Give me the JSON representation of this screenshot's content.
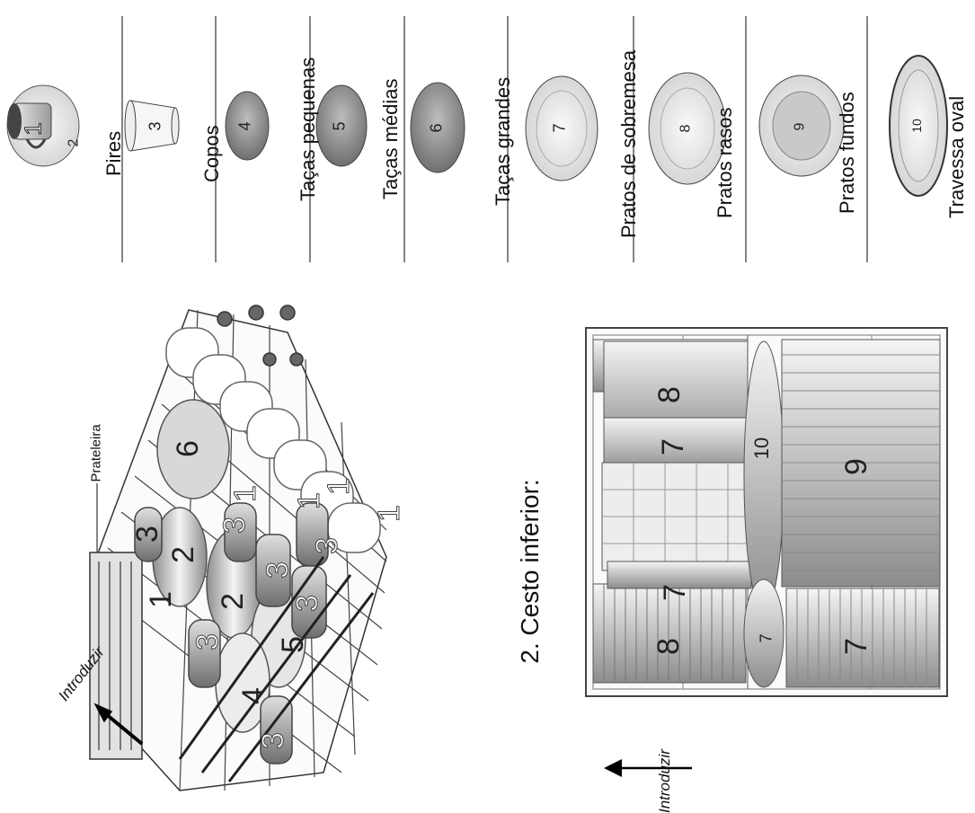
{
  "legend": {
    "items": [
      {
        "num": "1",
        "num2": "2",
        "label": "Pires"
      },
      {
        "num": "3",
        "label": "Copos"
      },
      {
        "num": "4",
        "label": "Taças pequenas"
      },
      {
        "num": "5",
        "label": "Taças médias"
      },
      {
        "num": "6",
        "label": "Taças grandes"
      },
      {
        "num": "7",
        "label": "Pratos de sobremesa"
      },
      {
        "num": "8",
        "label": "Pratos rasos"
      },
      {
        "num": "9",
        "label": "Pratos fundos"
      },
      {
        "num": "10",
        "label": "Travessa oval"
      }
    ]
  },
  "upper_basket": {
    "callout": "Prateleira",
    "insert_label": "Introduzir",
    "numbers": [
      "6",
      "1",
      "1",
      "3",
      "3",
      "1",
      "3",
      "2",
      "1",
      "3",
      "2",
      "3",
      "5",
      "3",
      "4",
      "3",
      "1"
    ]
  },
  "lower_basket": {
    "title": "2. Cesto inferior:",
    "insert_label": "Introduzir",
    "numbers": [
      "8",
      "7",
      "10",
      "9",
      "7",
      "8",
      "7",
      "7"
    ]
  }
}
